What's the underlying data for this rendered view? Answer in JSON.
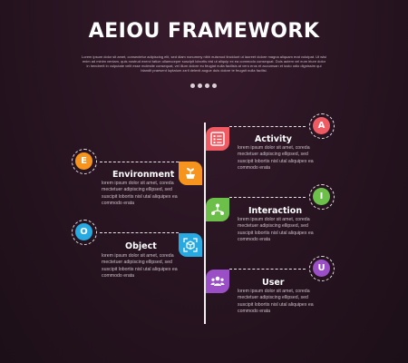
{
  "title": "AEIOU FRAMEWORK",
  "subtitle": "Lorem ipsum dolor sit amet, consectetur adipiscing elit, sed diam nonummy nibh euismod tincidunt ut laoreet dolore magna aliquam erat volutpat. Ut wisi enim ad minim veniam, quis nostrud exerci tation ullamcorper suscipit lobortis nisl ut aliquip ex ea commodo consequat. Duis autem vel eum iriure dolor in hendrerit in vulputate velit esse molestie consequat, vel illum dolore eu feugiat nulla facilisis at vero eros et accumsan et iusto odio dignissim qui blandit praesent luptatum zzril delenit augue duis dolore te feugait nulla facilisi.",
  "pager_dots": 4,
  "colors": {
    "a": "#ef5a63",
    "e": "#f7941d",
    "i": "#6cc04a",
    "o": "#27aae1",
    "u": "#9b4fc6",
    "spine": "#f2eef0",
    "background": "#2a1523"
  },
  "items": [
    {
      "letter": "A",
      "heading": "Activity",
      "color_key": "a",
      "icon": "list-icon",
      "side": "right",
      "desc": "lorem ipsum dolor sit amet, coreda mectetuer adipiscing ellipsed, sed suscipit lobortis nisl utal aliquipex ea commodo erata"
    },
    {
      "letter": "E",
      "heading": "Environment",
      "color_key": "e",
      "icon": "plant-icon",
      "side": "left",
      "desc": "lorem ipsum dolor sit amet, coreda mectetuer adipiscing ellipsed, sed suscipit lobortis nisl utal aliquipex ea commodo erata"
    },
    {
      "letter": "I",
      "heading": "Interaction",
      "color_key": "i",
      "icon": "network-icon",
      "side": "right",
      "desc": "lorem ipsum dolor sit amet, coreda mectetuer adipiscing ellipsed, sed suscipit lobortis nisl utal aliquipex ea commodo erata"
    },
    {
      "letter": "O",
      "heading": "Object",
      "color_key": "o",
      "icon": "cube-scan-icon",
      "side": "left",
      "desc": "lorem ipsum dolor sit amet, coreda mectetuer adipiscing ellipsed, sed suscipit lobortis nisl utal aliquipex ea commodo erata"
    },
    {
      "letter": "U",
      "heading": "User",
      "color_key": "u",
      "icon": "users-icon",
      "side": "right",
      "desc": "lorem ipsum dolor sit amet, coreda mectetuer adipiscing ellipsed, sed suscipit lobortis nisl utal aliquipex ea commodo erata"
    }
  ]
}
